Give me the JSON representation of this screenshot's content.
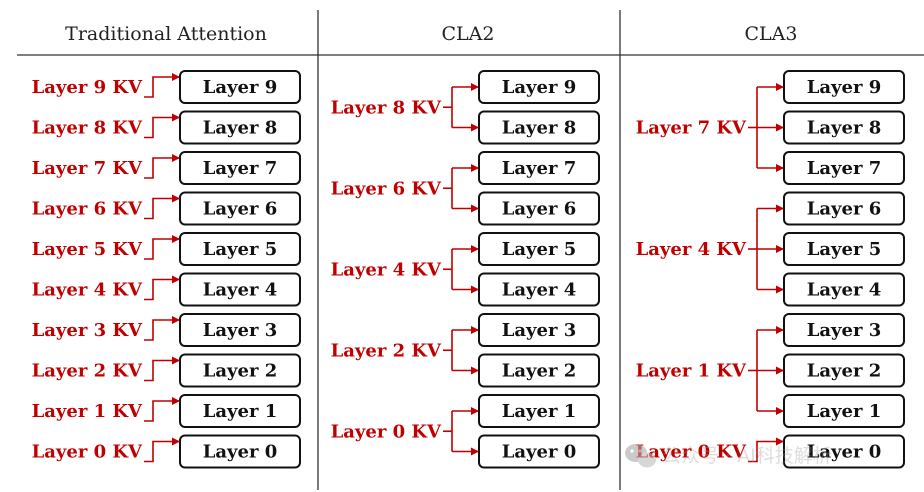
{
  "colors": {
    "accent": "#c00000",
    "box_border": "#111111",
    "text": "#111111"
  },
  "columns": [
    {
      "title": "Traditional Attention",
      "layers": [
        "Layer 9",
        "Layer 8",
        "Layer 7",
        "Layer 6",
        "Layer 5",
        "Layer 4",
        "Layer 3",
        "Layer 2",
        "Layer 1",
        "Layer 0"
      ],
      "groups": [
        {
          "kv": "Layer 9 KV",
          "layers": [
            9
          ]
        },
        {
          "kv": "Layer 8 KV",
          "layers": [
            8
          ]
        },
        {
          "kv": "Layer 7 KV",
          "layers": [
            7
          ]
        },
        {
          "kv": "Layer 6 KV",
          "layers": [
            6
          ]
        },
        {
          "kv": "Layer 5 KV",
          "layers": [
            5
          ]
        },
        {
          "kv": "Layer 4 KV",
          "layers": [
            4
          ]
        },
        {
          "kv": "Layer 3 KV",
          "layers": [
            3
          ]
        },
        {
          "kv": "Layer 2 KV",
          "layers": [
            2
          ]
        },
        {
          "kv": "Layer 1 KV",
          "layers": [
            1
          ]
        },
        {
          "kv": "Layer 0 KV",
          "layers": [
            0
          ]
        }
      ]
    },
    {
      "title": "CLA2",
      "layers": [
        "Layer 9",
        "Layer 8",
        "Layer 7",
        "Layer 6",
        "Layer 5",
        "Layer 4",
        "Layer 3",
        "Layer 2",
        "Layer 1",
        "Layer 0"
      ],
      "groups": [
        {
          "kv": "Layer 8 KV",
          "layers": [
            9,
            8
          ]
        },
        {
          "kv": "Layer 6 KV",
          "layers": [
            7,
            6
          ]
        },
        {
          "kv": "Layer 4 KV",
          "layers": [
            5,
            4
          ]
        },
        {
          "kv": "Layer 2 KV",
          "layers": [
            3,
            2
          ]
        },
        {
          "kv": "Layer 0 KV",
          "layers": [
            1,
            0
          ]
        }
      ]
    },
    {
      "title": "CLA3",
      "layers": [
        "Layer 9",
        "Layer 8",
        "Layer 7",
        "Layer 6",
        "Layer 5",
        "Layer 4",
        "Layer 3",
        "Layer 2",
        "Layer 1",
        "Layer 0"
      ],
      "groups": [
        {
          "kv": "Layer 7 KV",
          "layers": [
            9,
            8,
            7
          ]
        },
        {
          "kv": "Layer 4 KV",
          "layers": [
            6,
            5,
            4
          ]
        },
        {
          "kv": "Layer 1 KV",
          "layers": [
            3,
            2,
            1
          ]
        },
        {
          "kv": "Layer 0 KV",
          "layers": [
            0
          ]
        }
      ]
    }
  ],
  "watermark": "公众号 · AI科技解析",
  "watermark_icon": "wechat-icon"
}
